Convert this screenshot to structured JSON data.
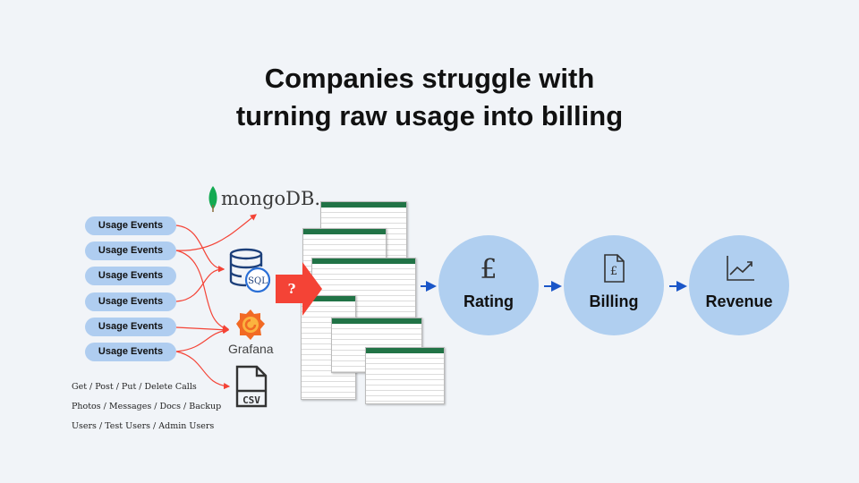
{
  "title": {
    "line1": "Companies struggle with",
    "line2": "turning raw usage into billing"
  },
  "events": [
    "Usage Events",
    "Usage Events",
    "Usage Events",
    "Usage Events",
    "Usage Events",
    "Usage Events"
  ],
  "notes": [
    "Get / Post / Put / Delete Calls",
    "Photos / Messages / Docs / Backup",
    "Users / Test Users / Admin Users"
  ],
  "sources": {
    "mongo": "mongoDB.",
    "sql": "SQL",
    "grafana": "Grafana",
    "csv": "CSV"
  },
  "question": "?",
  "stages": [
    {
      "label": "Rating",
      "icon": "pound-icon"
    },
    {
      "label": "Billing",
      "icon": "invoice-icon"
    },
    {
      "label": "Revenue",
      "icon": "growth-chart-icon"
    }
  ],
  "colors": {
    "accent": "#afcdf0",
    "red": "#f44336",
    "blue": "#1a56c8"
  }
}
